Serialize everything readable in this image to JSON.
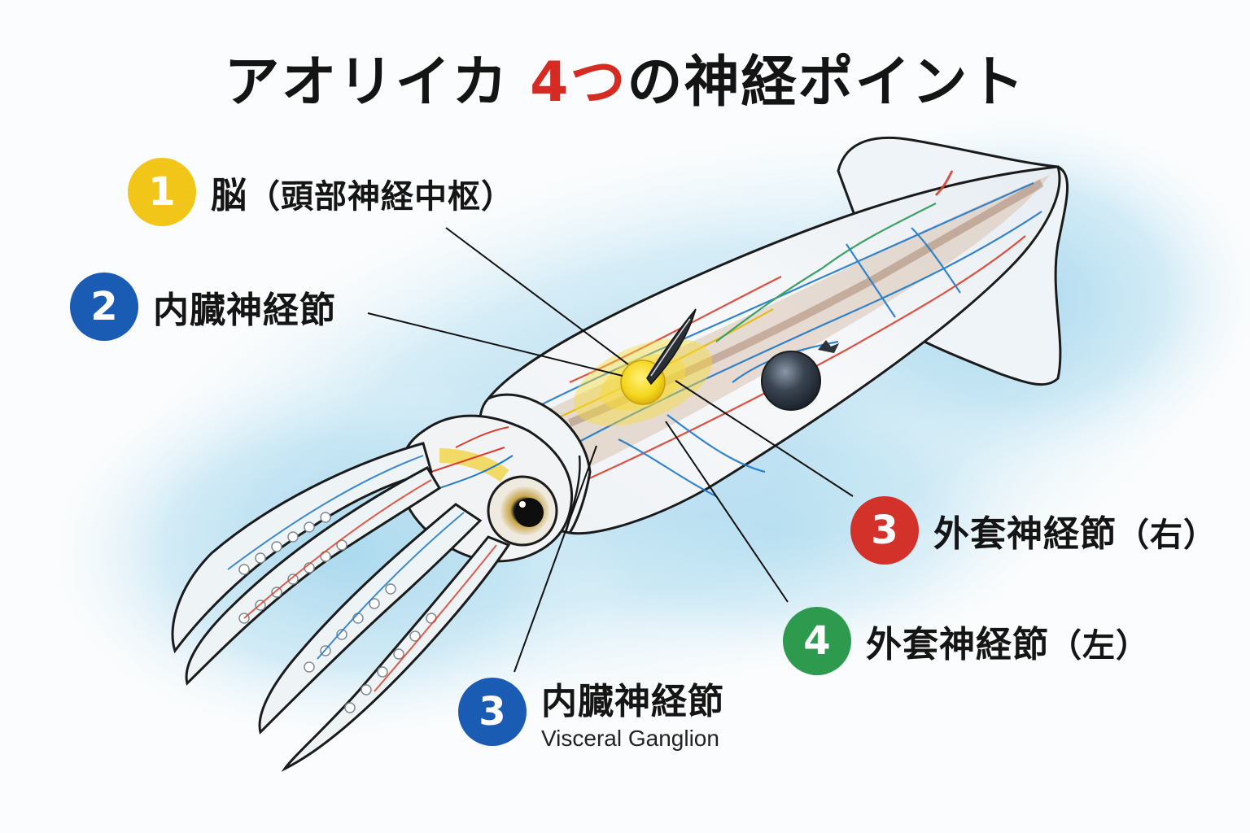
{
  "title": {
    "prefix": "アオリイカ ",
    "accent": "4つ",
    "suffix": "の神経ポイント",
    "accent_color": "#d52b23"
  },
  "labels": [
    {
      "number": "1",
      "name": "脳",
      "paren": "（頭部神経中枢）",
      "color": "#f2c618"
    },
    {
      "number": "2",
      "name": "内臓神経節",
      "paren": "",
      "color": "#1a5cb3"
    },
    {
      "number": "3",
      "name": "外套神経節",
      "paren": "（右）",
      "color": "#d2322a"
    },
    {
      "number": "4",
      "name": "外套神経節",
      "paren": "（左）",
      "color": "#2e9a4e"
    },
    {
      "number": "3",
      "name": "内臓神経節",
      "paren": "",
      "subtitle": "Visceral Ganglion",
      "color": "#1a5cb3"
    }
  ],
  "illustration": {
    "subject": "squid-anatomy-illustration",
    "ganglion_color": "#f5d51c",
    "background_wash": "#a9d9ee"
  }
}
